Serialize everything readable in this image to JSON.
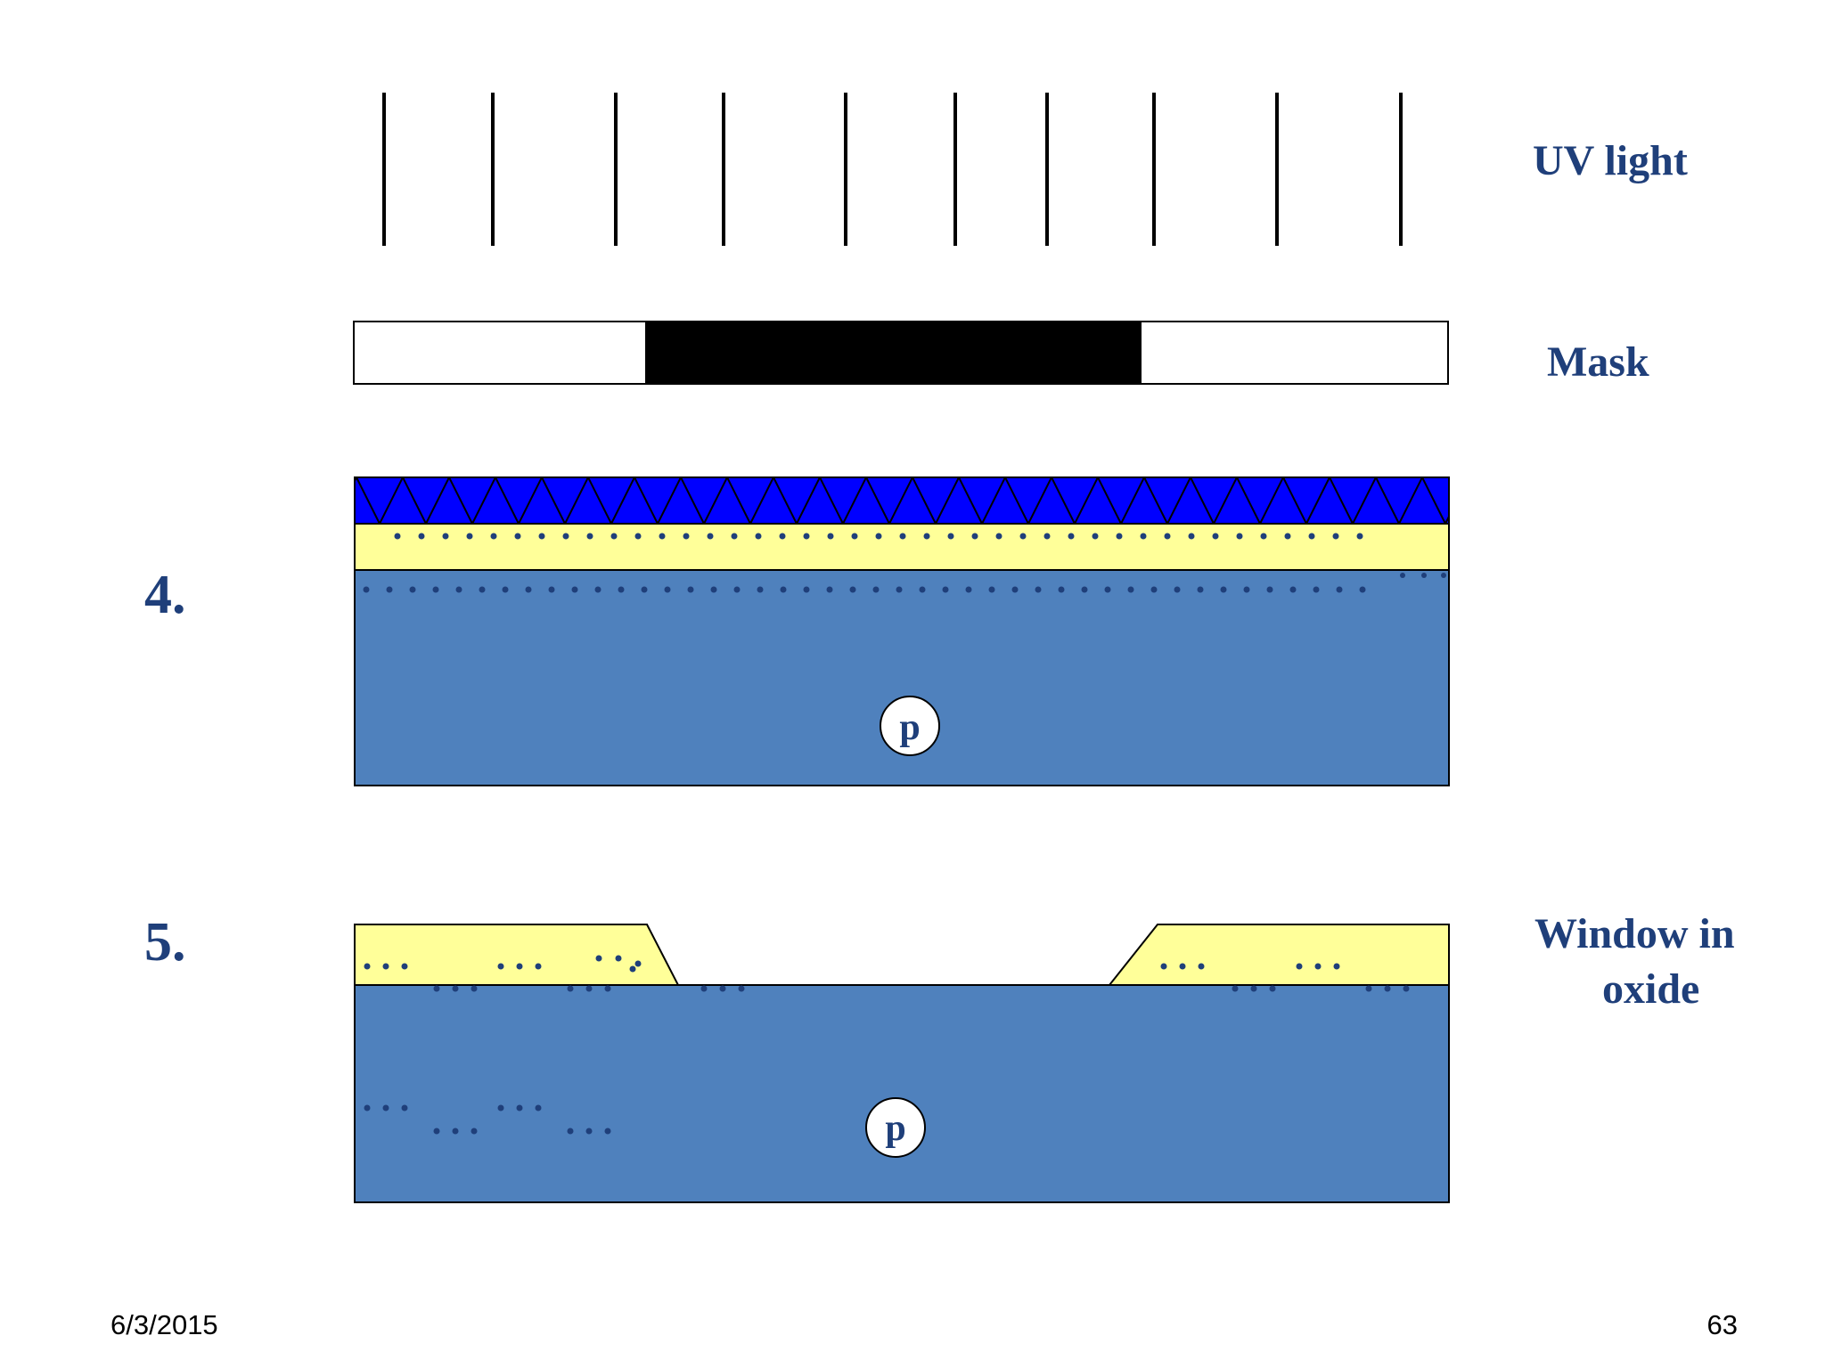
{
  "labels": {
    "uv_light": "UV light",
    "mask": "Mask",
    "window_line1": "Window in",
    "window_line2": "oxide",
    "step4": "4.",
    "step5": "5.",
    "substrate_type_top": "p",
    "substrate_type_bottom": "p"
  },
  "footer": {
    "date": "6/3/2015",
    "page_number": "63"
  },
  "colors": {
    "title_text": "#1f3f7a",
    "substrate": "#4f81bd",
    "oxide": "#ffff99",
    "photoresist": "#0000ff",
    "dopant_dots": "#1f3f7a",
    "mask_opaque": "#000000",
    "mask_clear": "#ffffff"
  },
  "icons": {
    "uv_arrow": "down-arrow-icon"
  }
}
